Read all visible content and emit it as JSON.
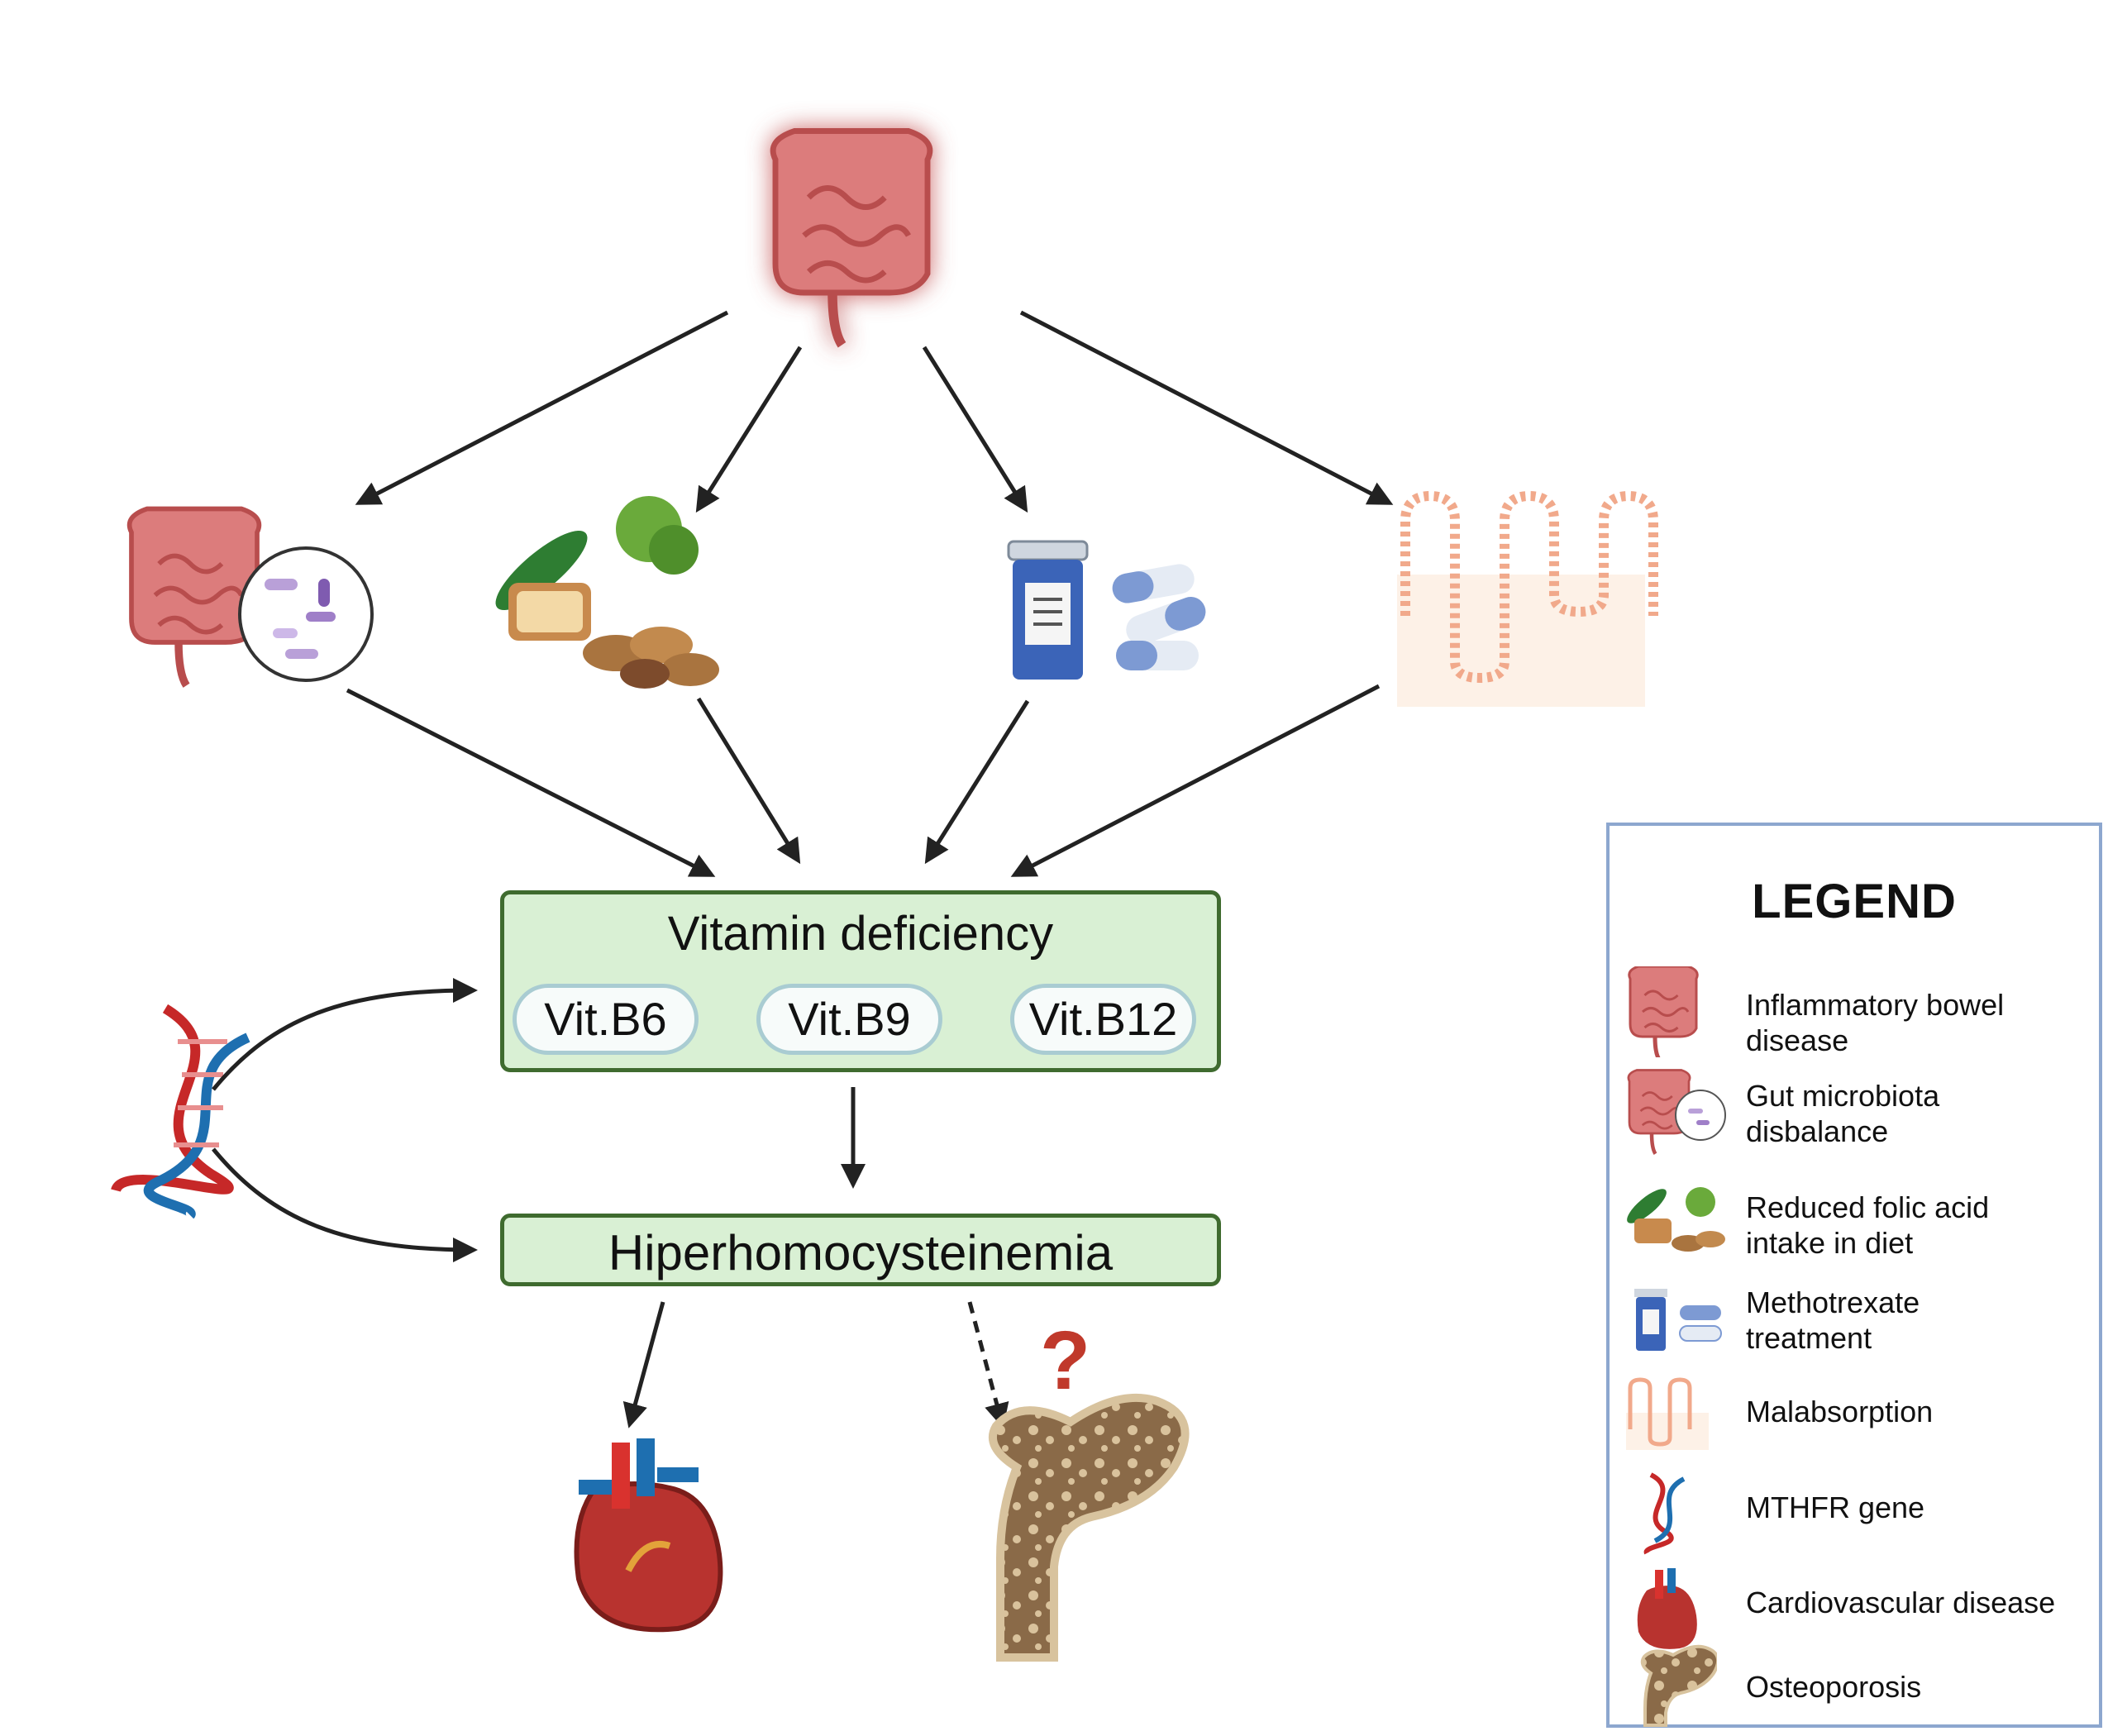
{
  "diagram": {
    "vitamin_box": {
      "title": "Vitamin deficiency",
      "vitamins": [
        "Vit.B6",
        "Vit.B9",
        "Vit.B12"
      ]
    },
    "homocysteine_box": {
      "title": "Hiperhomocysteinemia"
    },
    "question_mark": "?",
    "icons": {
      "ibd": "inflamed-intestine-icon",
      "microbiota": "gut-microbiota-icon",
      "diet": "food-icon",
      "drug": "methotrexate-icon",
      "malabsorption": "intestinal-villi-icon",
      "gene": "dna-icon",
      "heart": "heart-icon",
      "bone": "bone-icon"
    },
    "colors": {
      "box_fill": "#d9f0d4",
      "box_border": "#3f6b2f",
      "pill_border": "#a9ccd2",
      "legend_border": "#8da7cf",
      "question": "#c0392b"
    }
  },
  "legend": {
    "title": "LEGEND",
    "items": [
      {
        "icon": "inflamed-intestine-icon",
        "label": "Inflammatory bowel\ndisease"
      },
      {
        "icon": "gut-microbiota-icon",
        "label": "Gut microbiota\ndisbalance"
      },
      {
        "icon": "food-icon",
        "label": "Reduced folic acid\nintake in diet"
      },
      {
        "icon": "methotrexate-icon",
        "label": "Methotrexate\ntreatment"
      },
      {
        "icon": "intestinal-villi-icon",
        "label": "Malabsorption"
      },
      {
        "icon": "dna-icon",
        "label": "MTHFR gene"
      },
      {
        "icon": "heart-icon",
        "label": "Cardiovascular disease"
      },
      {
        "icon": "bone-icon",
        "label": "Osteoporosis"
      }
    ]
  }
}
